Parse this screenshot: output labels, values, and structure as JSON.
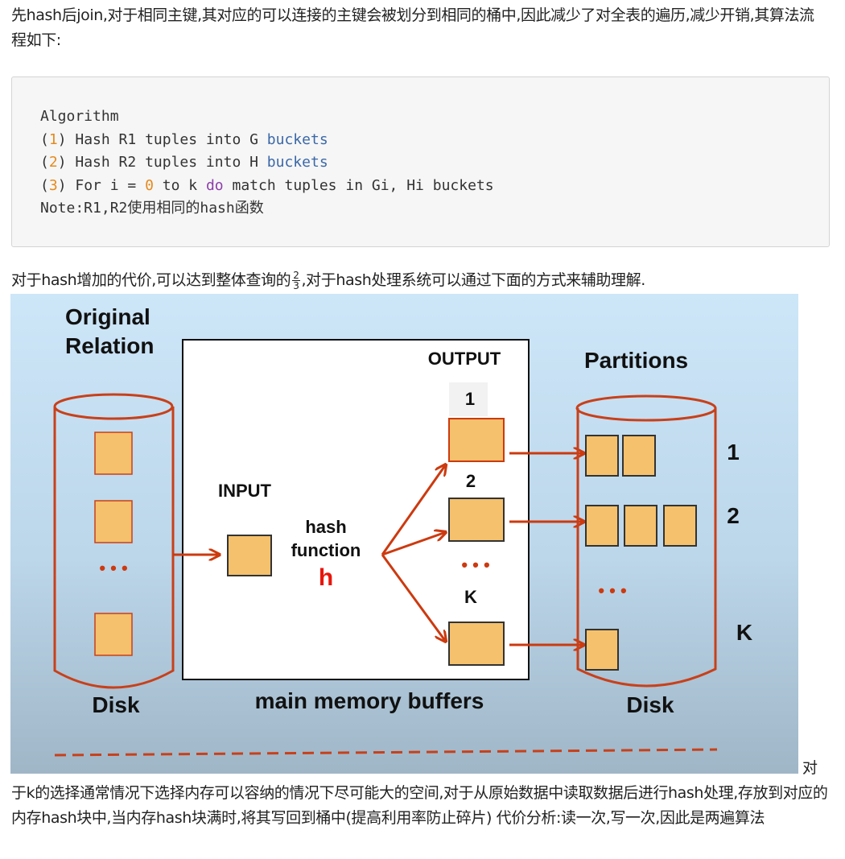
{
  "intro": "先hash后join,对于相同主键,其对应的可以连接的主键会被划分到相同的桶中,因此减少了对全表的遍历,减少开销,其算法流程如下:",
  "code": {
    "title": "Algorithm",
    "lines": [
      {
        "num": "1",
        "pre": "Hash R1 tuples into G ",
        "kw": "buckets",
        "post": ""
      },
      {
        "num": "2",
        "pre": "Hash R2 tuples into H ",
        "kw": "buckets",
        "post": ""
      },
      {
        "num": "3",
        "pre": "For i = ",
        "zero": "0",
        "mid": " to k ",
        "kw": "do",
        "post": " match tuples in Gi, Hi buckets"
      }
    ],
    "note": "Note:R1,R2使用相同的hash函数"
  },
  "cost": {
    "before": "对于hash增加的代价,可以达到整体查询的",
    "numerator": "2",
    "denominator": "3",
    "after": ",对于hash处理系统可以通过下面的方式来辅助理解."
  },
  "diagram": {
    "original_relation_line1": "Original",
    "original_relation_line2": "Relation",
    "output_label": "OUTPUT",
    "partitions_label": "Partitions",
    "input_label": "INPUT",
    "hash_line1": "hash",
    "hash_line2": "function",
    "hash_symbol": "h",
    "buffer_labels": [
      "1",
      "2",
      "K"
    ],
    "partition_labels": [
      "1",
      "2",
      "K"
    ],
    "ellipsis": "• • •",
    "disk_left": "Disk",
    "disk_right": "Disk",
    "memory_label": "main memory buffers",
    "colors": {
      "background_top": "#cde6f8",
      "background_bottom": "#9fb6c7",
      "bucket_fill": "#f5c16c",
      "arrow": "#cc3a0f",
      "hash_h": "#e8160c"
    }
  },
  "tail_inline": "对",
  "closing": "于k的选择通常情况下选择内存可以容纳的情况下尽可能大的空间,对于从原始数据中读取数据后进行hash处理,存放到对应的内存hash块中,当内存hash块满时,将其写回到桶中(提高利用率防止碎片) 代价分析:读一次,写一次,因此是两遍算法"
}
